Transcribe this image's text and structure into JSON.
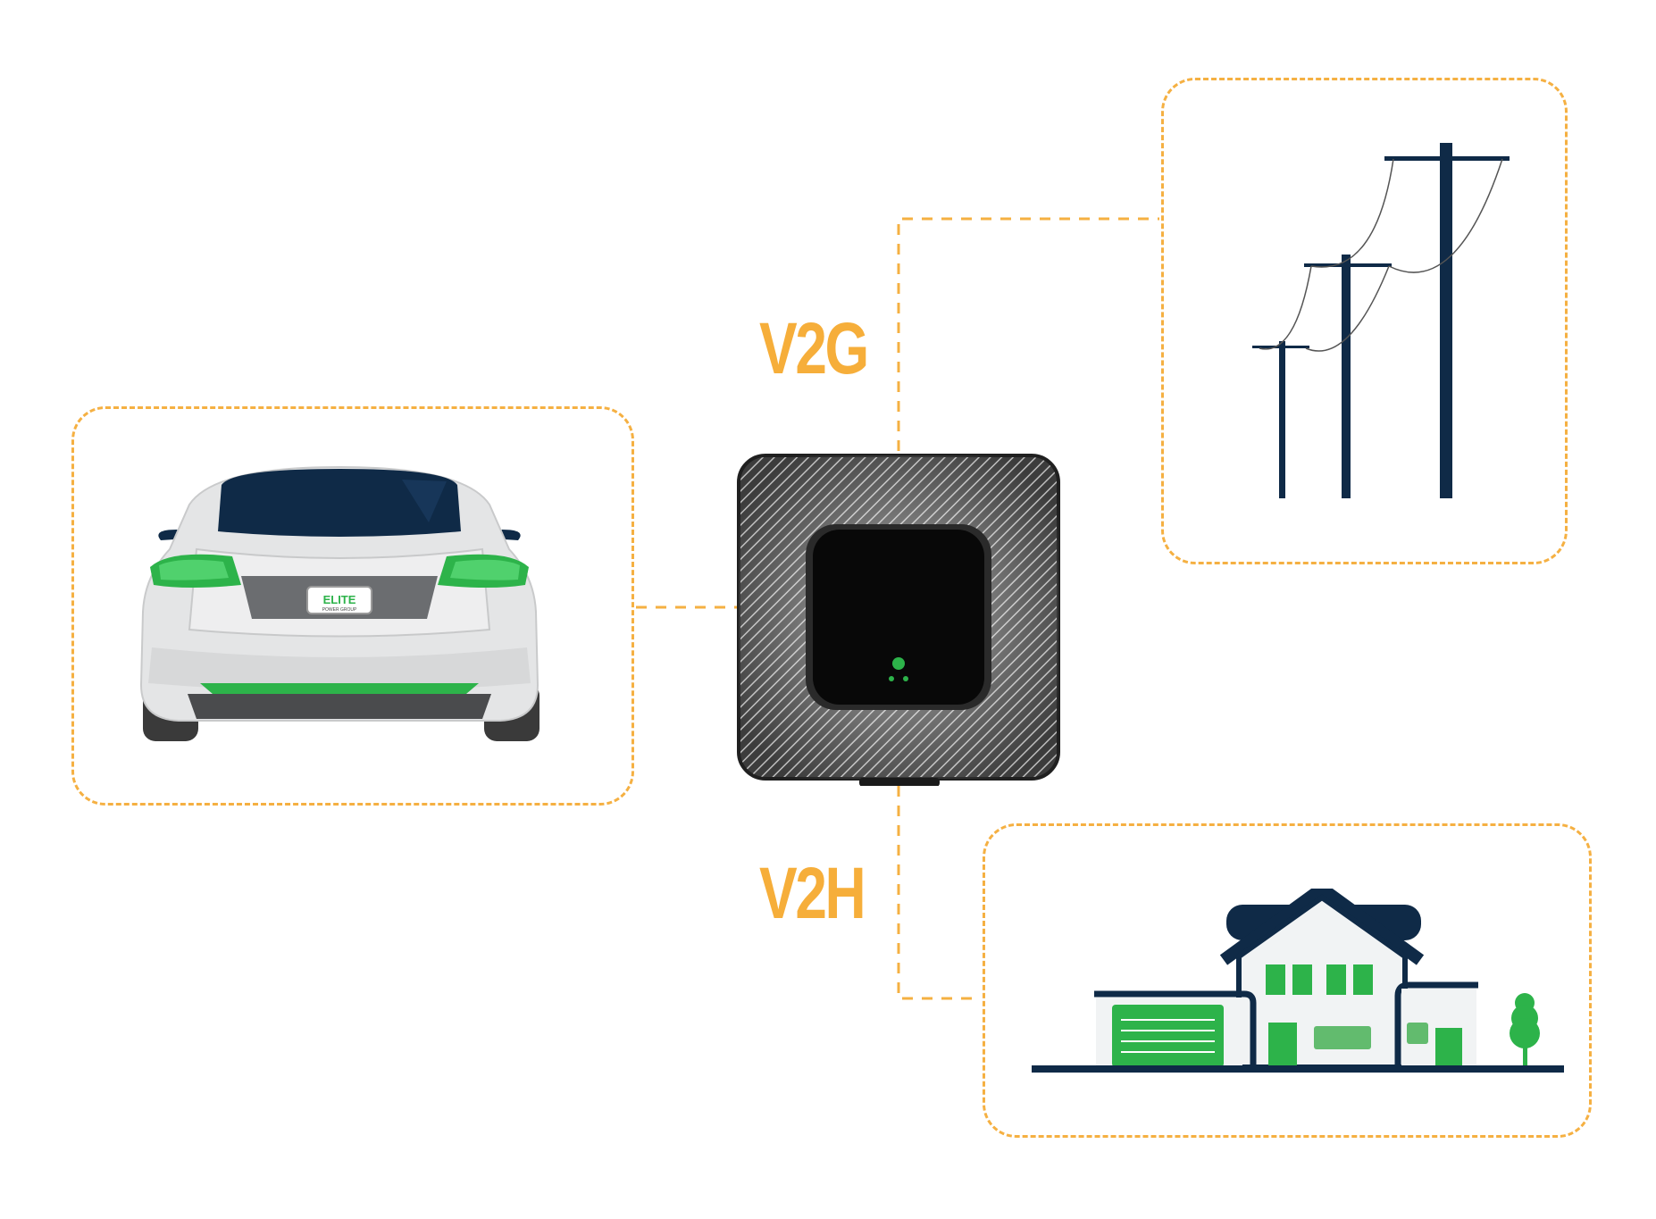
{
  "labels": {
    "v2g": "V2G",
    "v2h": "V2H"
  },
  "car": {
    "plate_text": "ELITE",
    "plate_subtext": "POWER GROUP"
  },
  "colors": {
    "accent_dashes": "#f5b042",
    "label_orange": "#f6ae3a",
    "navy": "#0f2a47",
    "green": "#2db34a",
    "charger_dark": "#111111"
  },
  "icons": {
    "car": "electric-car-rear",
    "charger": "bidirectional-charger",
    "grid": "power-lines",
    "home": "house"
  }
}
